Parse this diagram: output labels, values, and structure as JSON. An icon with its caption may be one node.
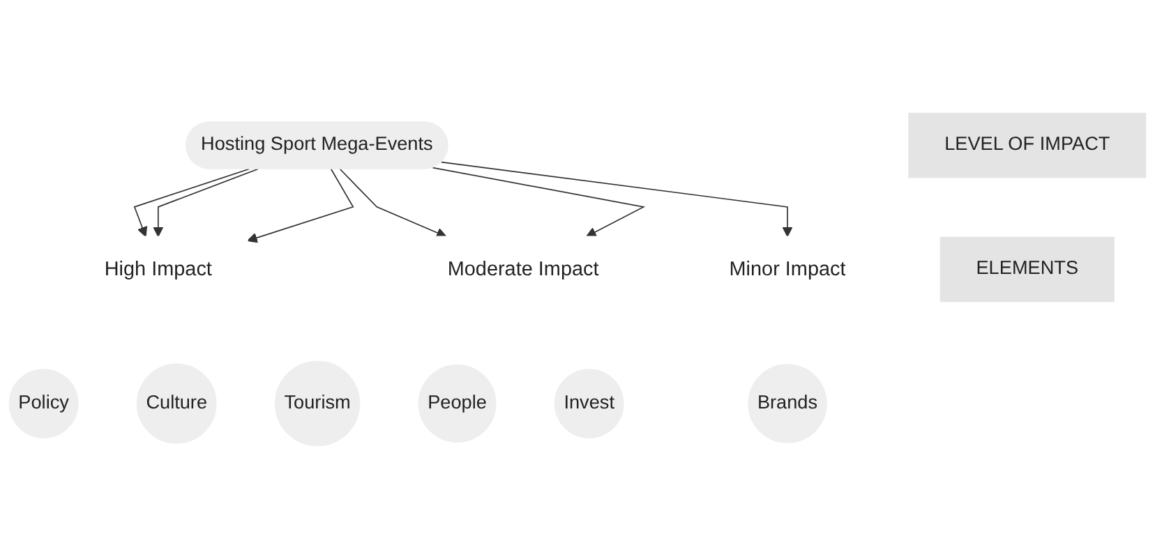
{
  "diagram": {
    "nodes": [
      {
        "text": [
          "Hosting Sport Mega-Events"
        ]
      },
      {
        "text": [
          "LEVEL OF IMPACT"
        ]
      },
      {
        "text": [
          "High Impact"
        ]
      },
      {
        "text": [
          "Moderate Impact"
        ]
      },
      {
        "text": [
          "Minor Impact"
        ]
      },
      {
        "text": [
          "ELEMENTS"
        ]
      },
      {
        "text": [
          "Policy"
        ]
      },
      {
        "text": [
          "Culture"
        ]
      },
      {
        "text": [
          "Tourism"
        ]
      },
      {
        "text": [
          "People"
        ]
      },
      {
        "text": [
          "Invest"
        ]
      },
      {
        "text": [
          "Brands"
        ]
      }
    ],
    "edges": [
      {
        "from": 0,
        "to": 2,
        "arrow": "to"
      },
      {
        "from": 0,
        "to": 2,
        "arrow": "to"
      },
      {
        "from": 0,
        "to": 2,
        "arrow": "to"
      },
      {
        "from": 0,
        "to": 3,
        "arrow": "to"
      },
      {
        "from": 0,
        "to": 3,
        "arrow": "to"
      },
      {
        "from": 0,
        "to": 4,
        "arrow": "to"
      }
    ]
  }
}
